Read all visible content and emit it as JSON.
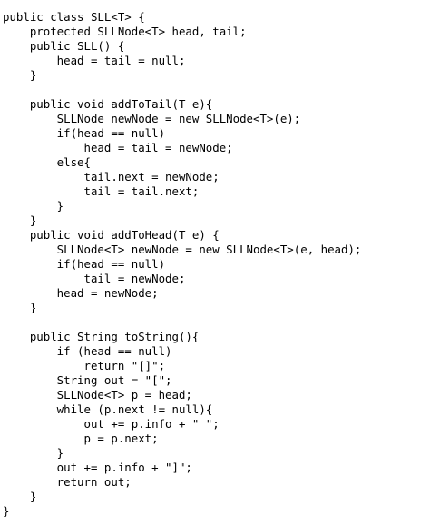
{
  "code": {
    "lines": [
      "public class SLL<T> {",
      "    protected SLLNode<T> head, tail;",
      "    public SLL() {",
      "        head = tail = null;",
      "    }",
      "",
      "    public void addToTail(T e){",
      "        SLLNode newNode = new SLLNode<T>(e);",
      "        if(head == null)",
      "            head = tail = newNode;",
      "        else{",
      "            tail.next = newNode;",
      "            tail = tail.next;",
      "        }",
      "    }",
      "    public void addToHead(T e) {",
      "        SLLNode<T> newNode = new SLLNode<T>(e, head);",
      "        if(head == null)",
      "            tail = newNode;",
      "        head = newNode;",
      "    }",
      "",
      "    public String toString(){",
      "        if (head == null)",
      "            return \"[]\";",
      "        String out = \"[\";",
      "        SLLNode<T> p = head;",
      "        while (p.next != null){",
      "            out += p.info + \" \";",
      "            p = p.next;",
      "        }",
      "        out += p.info + \"]\";",
      "        return out;",
      "    }",
      "}"
    ]
  }
}
